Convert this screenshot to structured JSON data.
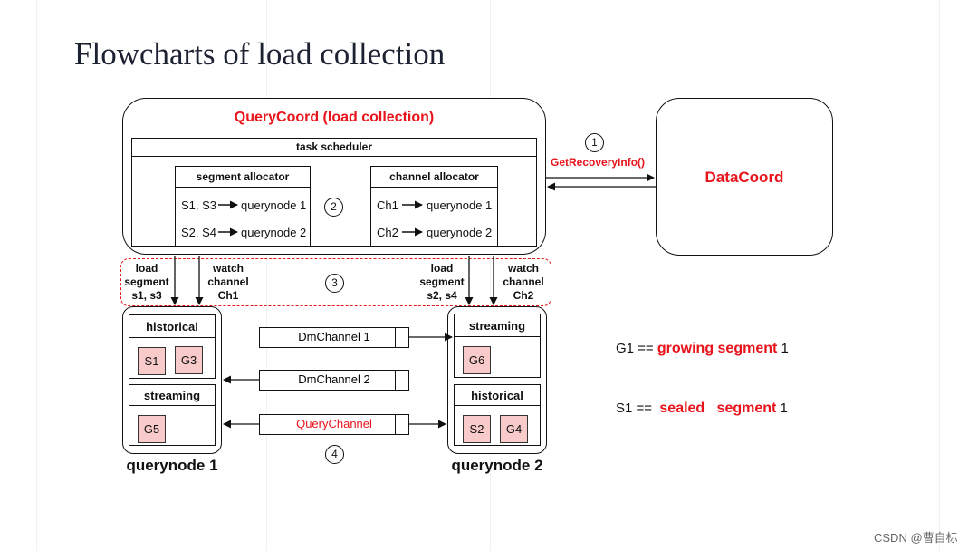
{
  "page": {
    "title": "Flowcharts of load collection",
    "watermark": "CSDN @曹自标"
  },
  "querycoord": {
    "title": "QueryCoord (load collection)",
    "task_scheduler": "task scheduler",
    "segment_allocator": {
      "title": "segment allocator",
      "rows": [
        {
          "left": "S1, S3",
          "right": "querynode 1"
        },
        {
          "left": "S2, S4",
          "right": "querynode 2"
        }
      ]
    },
    "channel_allocator": {
      "title": "channel allocator",
      "rows": [
        {
          "left": "Ch1",
          "right": "querynode 1"
        },
        {
          "left": "Ch2",
          "right": "querynode 2"
        }
      ]
    }
  },
  "datacoord": {
    "title": "DataCoord",
    "call": "GetRecoveryInfo()"
  },
  "steps": [
    "1",
    "2",
    "3",
    "4"
  ],
  "watch_labels": {
    "left_load": [
      "load",
      "segment",
      "s1, s3"
    ],
    "left_watch": [
      "watch",
      "channel",
      "Ch1"
    ],
    "right_load": [
      "load",
      "segment",
      "s2, s4"
    ],
    "right_watch": [
      "watch",
      "channel",
      "Ch2"
    ]
  },
  "querynode1": {
    "name": "querynode 1",
    "historical": {
      "title": "historical",
      "segments": [
        "S1",
        "G3"
      ]
    },
    "streaming": {
      "title": "streaming",
      "segments": [
        "G5"
      ]
    }
  },
  "querynode2": {
    "name": "querynode 2",
    "streaming": {
      "title": "streaming",
      "segments": [
        "G6"
      ]
    },
    "historical": {
      "title": "historical",
      "segments": [
        "S2",
        "G4"
      ]
    }
  },
  "channels": [
    "DmChannel 1",
    "DmChannel 2",
    "QueryChannel"
  ],
  "legend": {
    "growing": {
      "prefix": "G1 ==",
      "term": "growing segment",
      "suffix": "1"
    },
    "sealed": {
      "prefix": "S1 ==",
      "term": "sealed   segment",
      "suffix": "1"
    }
  },
  "colors": {
    "accent_red": "#e8131b",
    "segment_fill": "#f8caca"
  }
}
